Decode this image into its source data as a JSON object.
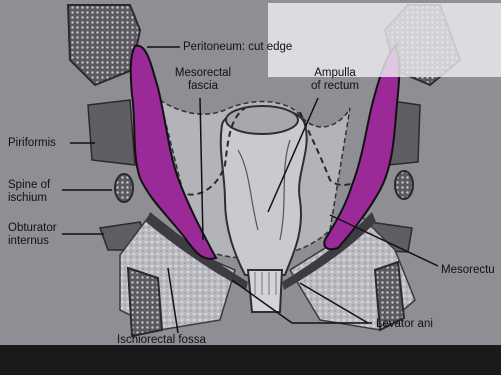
{
  "labels": {
    "peritoneum": "Peritoneum: cut edge",
    "mesorectal_fascia_line1": "Mesorectal",
    "mesorectal_fascia_line2": "fascia",
    "ampulla_line1": "Ampulla",
    "ampulla_line2": "of rectum",
    "piriformis": "Piriformis",
    "spine_line1": "Spine of",
    "spine_line2": "ischium",
    "obturator_line1": "Obturator",
    "obturator_line2": "internus",
    "mesorectum": "Mesorectu",
    "levator_ani": "Levator ani",
    "ischiorectal_fossa": "Ischiorectal fossa"
  },
  "colors": {
    "background": "#8e8e94",
    "highlight": "#9a2a97",
    "tissue_light": "#c9c9cf",
    "bone": "#4a4a50",
    "overlay": "#ebebf0"
  }
}
